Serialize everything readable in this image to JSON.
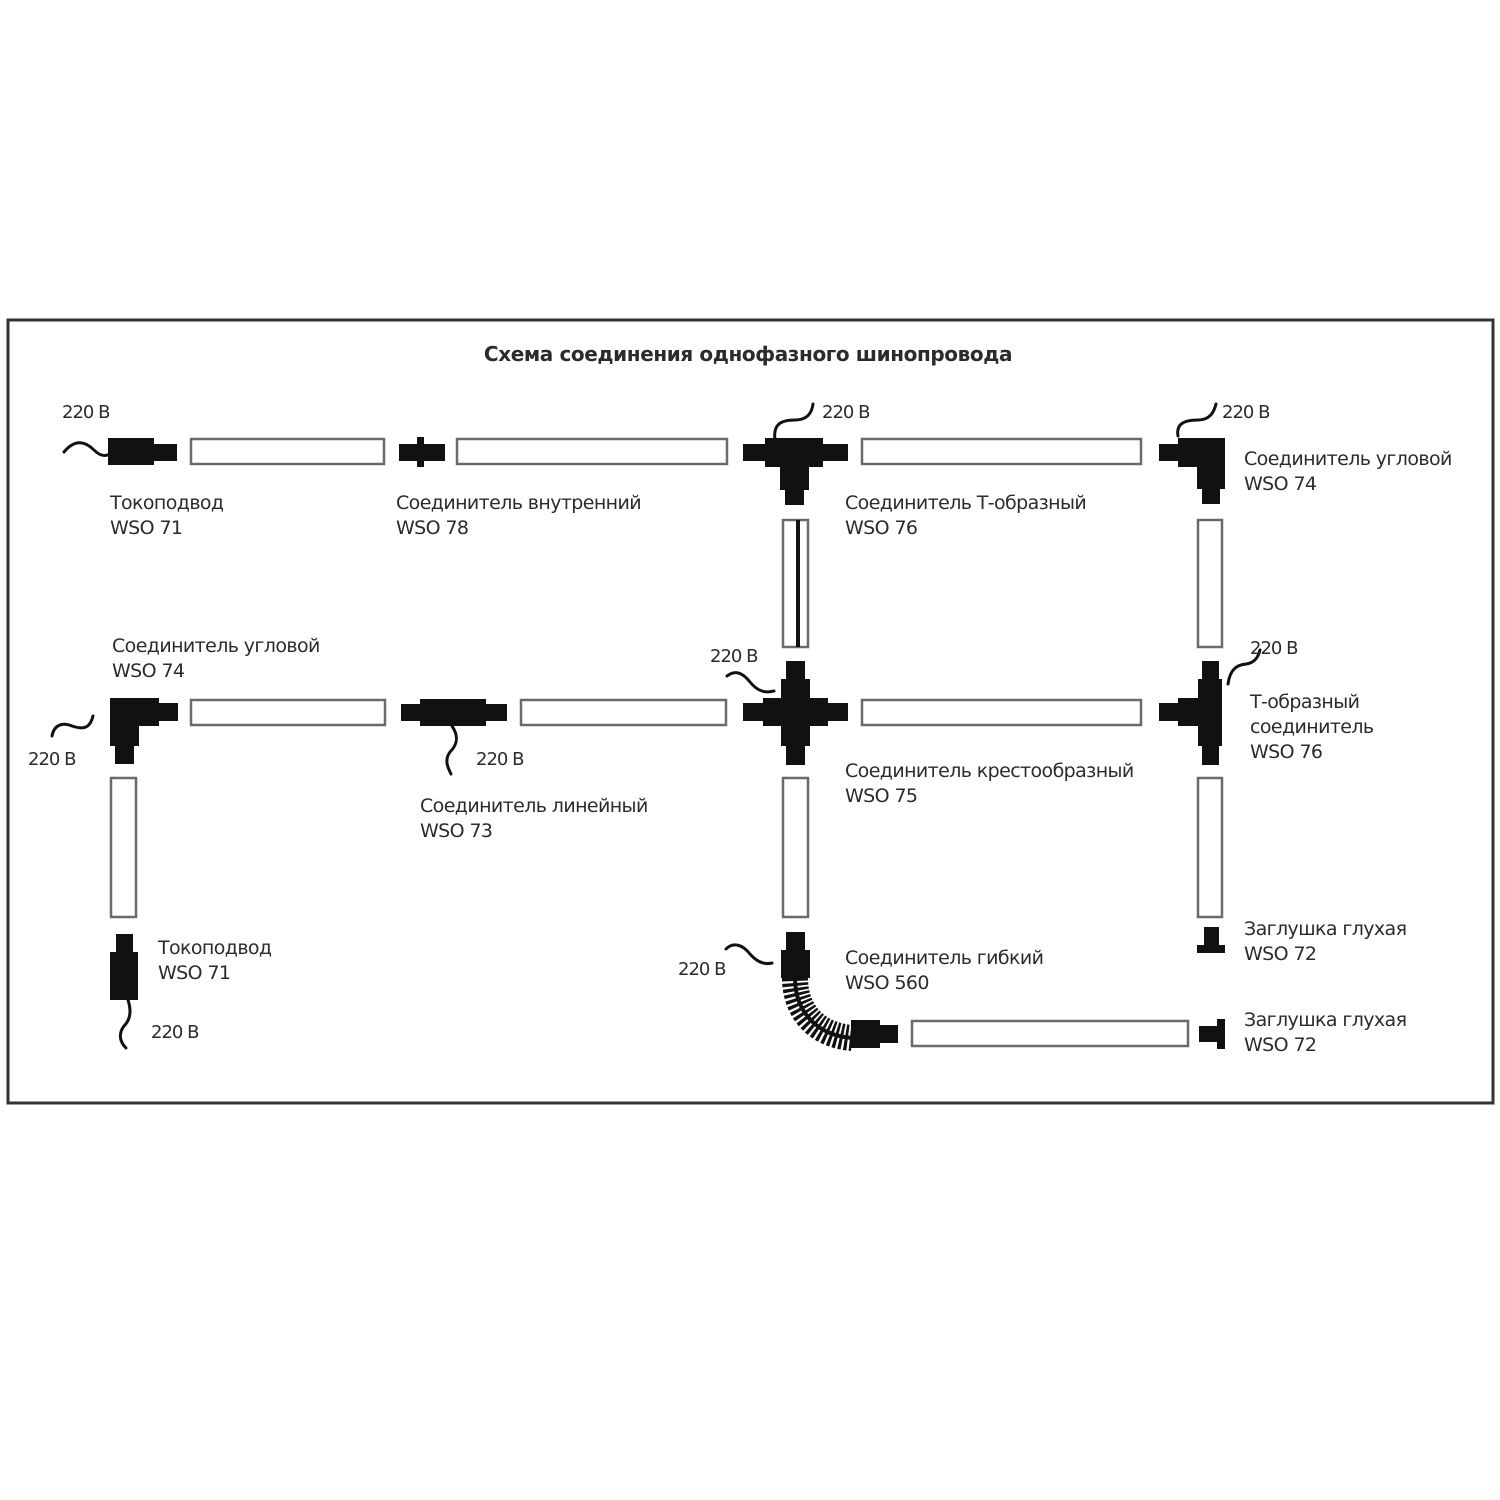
{
  "title": "Схема соединения однофазного шинопровода",
  "voltage_label": "220 В",
  "components": {
    "power_feed_top": {
      "name": "Токоподвод",
      "code": "WSO 71"
    },
    "inner_connector": {
      "name": "Соединитель внутренний",
      "code": "WSO 78"
    },
    "t_connector_top": {
      "name": "Соединитель Т-образный",
      "code": "WSO 76"
    },
    "corner_connector_top": {
      "name": "Соединитель угловой",
      "code": "WSO 74"
    },
    "corner_connector_left": {
      "name": "Соединитель угловой",
      "code": "WSO 74"
    },
    "linear_connector": {
      "name": "Соединитель линейный",
      "code": "WSO 73"
    },
    "cross_connector": {
      "name": "Соединитель крестообразный",
      "code": "WSO 75"
    },
    "t_connector_right": {
      "name_line1": "Т-образный",
      "name_line2": "соединитель",
      "code": "WSO 76"
    },
    "power_feed_bottom": {
      "name": "Токоподвод",
      "code": "WSO 71"
    },
    "flexible_connector": {
      "name": "Соединитель гибкий",
      "code": "WSO 560"
    },
    "end_cap_upper": {
      "name": "Заглушка глухая",
      "code": "WSO 72"
    },
    "end_cap_lower": {
      "name": "Заглушка глухая",
      "code": "WSO 72"
    }
  },
  "colors": {
    "part": "#111111",
    "track_outline": "#6a6a6a",
    "frame": "#333333",
    "text": "#2b2b2b"
  }
}
